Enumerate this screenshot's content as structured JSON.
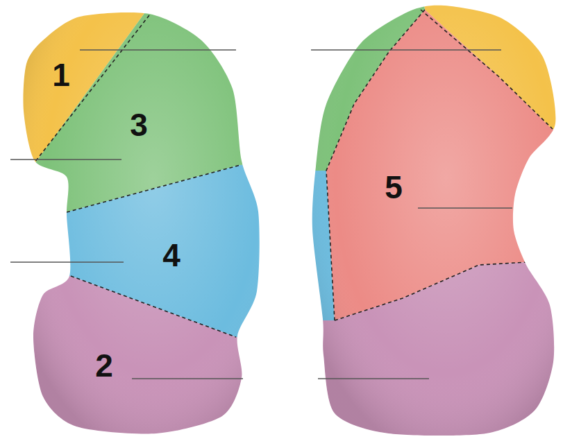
{
  "diagram": {
    "labels": [
      "1",
      "3",
      "5",
      "4",
      "2"
    ]
  }
}
